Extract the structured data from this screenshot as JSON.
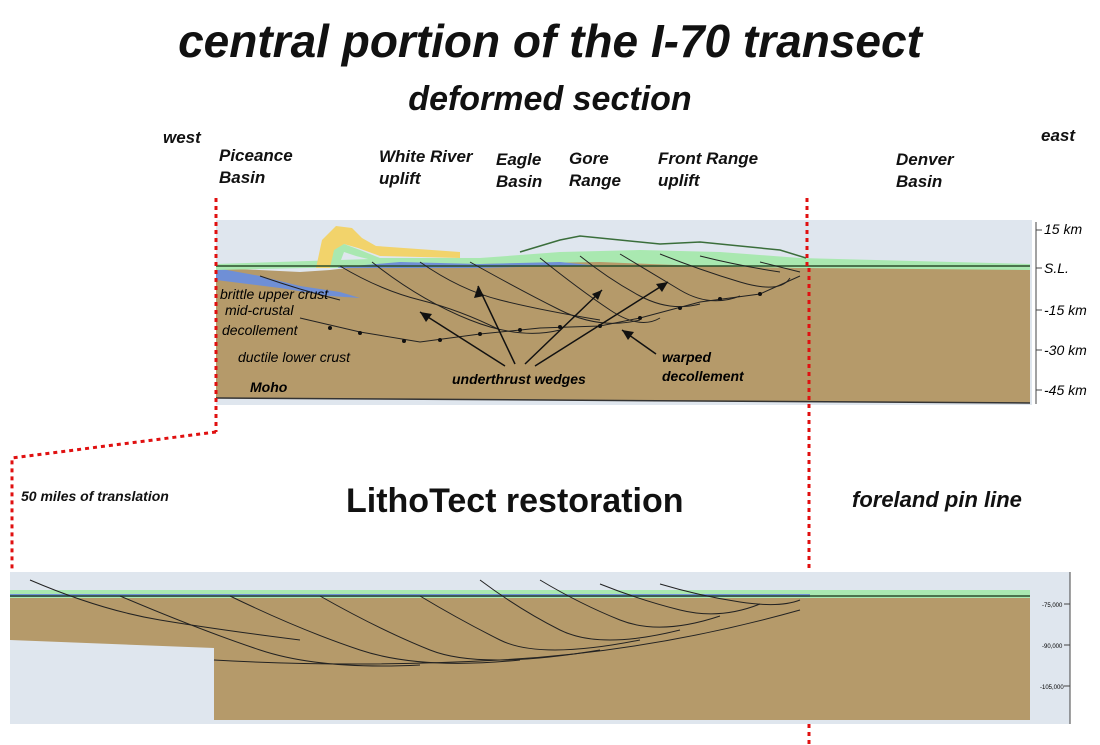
{
  "title": "central portion of the I-70 transect",
  "subtitle": "deformed section",
  "directions": {
    "west": "west",
    "east": "east"
  },
  "regions": [
    {
      "id": "piceance",
      "label": "Piceance\nBasin"
    },
    {
      "id": "white-river",
      "label": "White River\nuplift"
    },
    {
      "id": "eagle",
      "label": "Eagle\nBasin"
    },
    {
      "id": "gore",
      "label": "Gore\nRange"
    },
    {
      "id": "front-range",
      "label": "Front Range\nuplift"
    },
    {
      "id": "denver",
      "label": "Denver\nBasin"
    }
  ],
  "depth_scale": [
    "15 km",
    "S.L.",
    "-15 km",
    "-30 km",
    "-45 km"
  ],
  "crust_labels": {
    "brittle": "brittle upper crust",
    "mid_crustal": "mid-crustal",
    "decollement": "decollement",
    "ductile": "ductile lower crust",
    "moho": "Moho",
    "underthrust": "underthrust wedges",
    "warped_1": "warped",
    "warped_2": "decollement"
  },
  "translation_label": "50 miles of translation",
  "restoration_title": "LithoTect restoration",
  "pin_line_label": "foreland pin line",
  "restored_scale": [
    "-75,000",
    "-90,000",
    "-105,000"
  ],
  "colors": {
    "crust": "#b59a6a",
    "background_box": "#dfe6ee",
    "sediment_green": "#a9e8b0",
    "sediment_yellow": "#f2d36b",
    "sediment_blue": "#6f8fd6",
    "pin_line": "#e01010"
  }
}
